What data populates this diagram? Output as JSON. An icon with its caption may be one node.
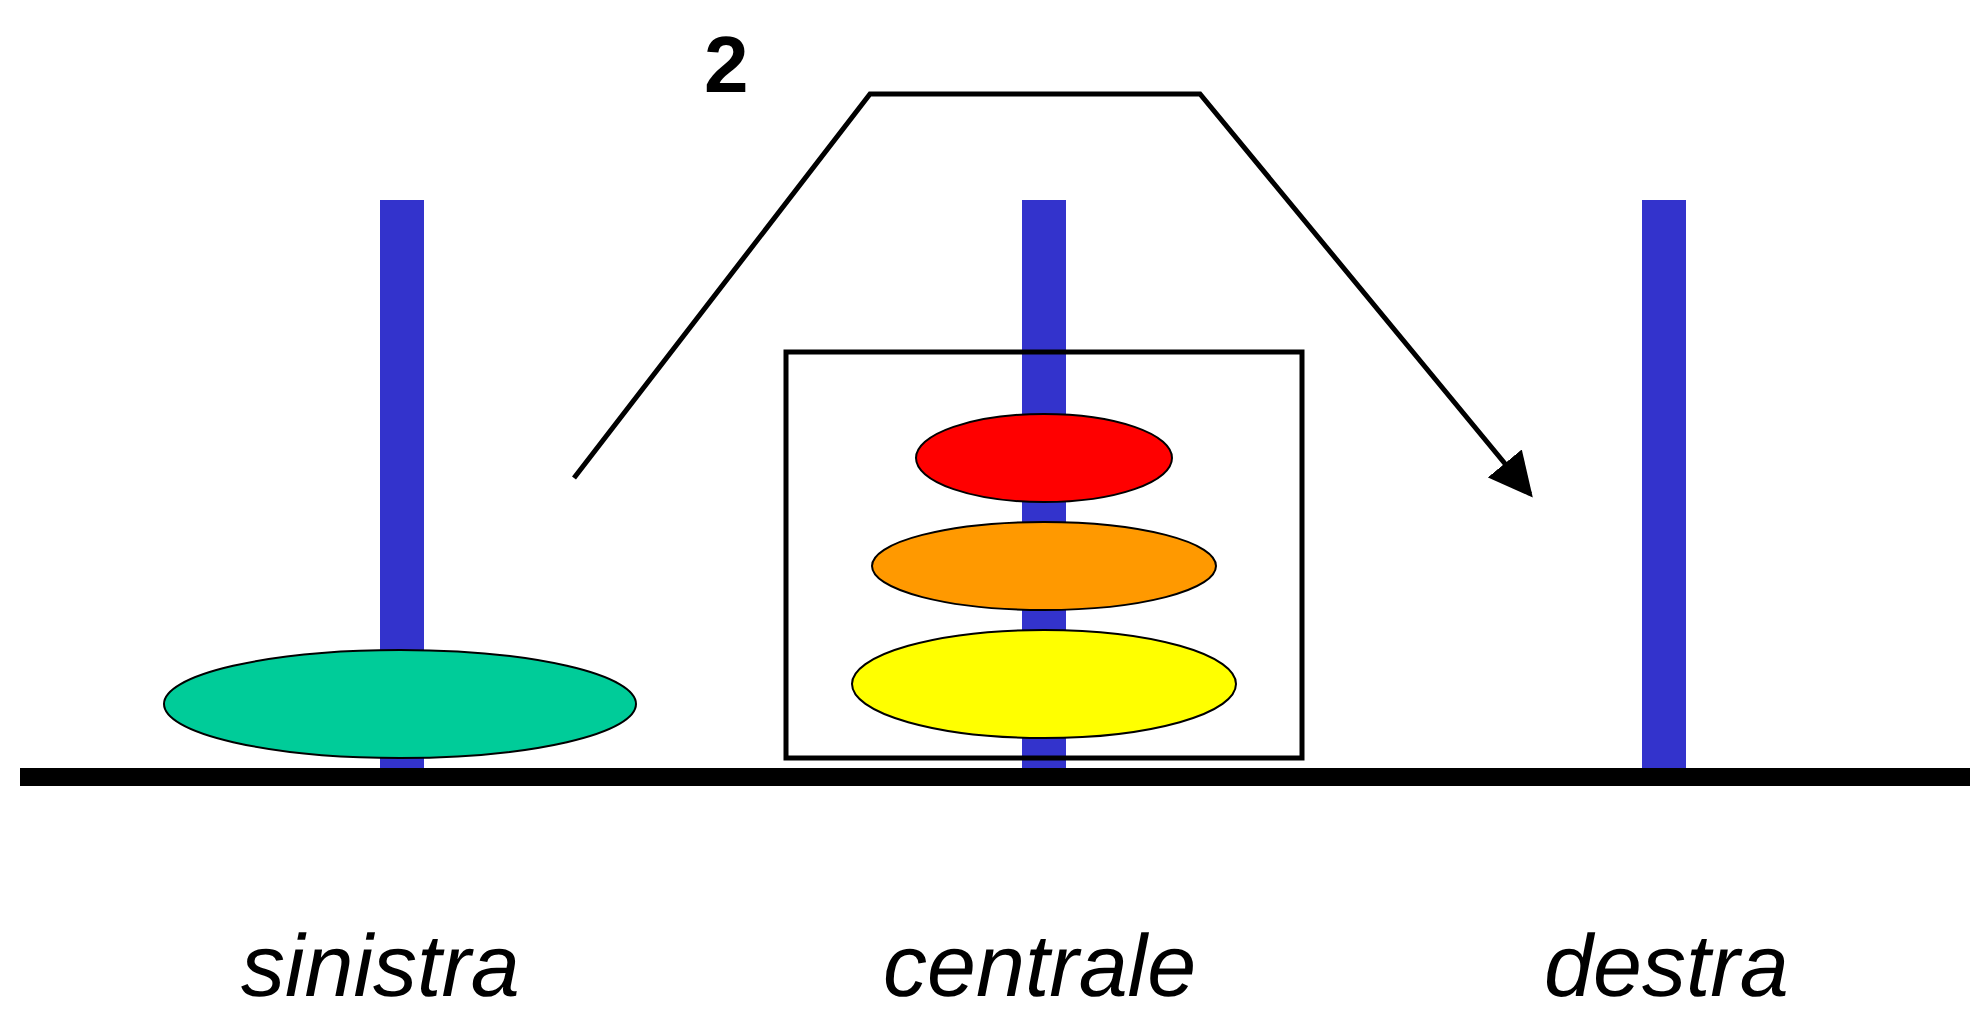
{
  "diagram": {
    "labels": [
      "2",
      "sinistra",
      "centrale",
      "destra"
    ]
  }
}
